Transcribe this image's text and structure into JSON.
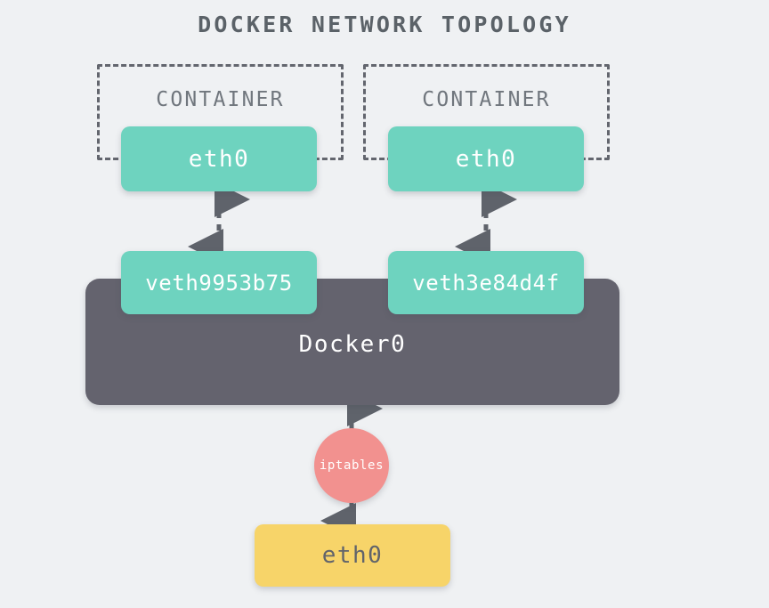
{
  "page": {
    "title": "DOCKER NETWORK TOPOLOGY",
    "background_color": "#eff1f3",
    "title_color": "#5b6268"
  },
  "colors": {
    "interface_teal": "#6ed3bf",
    "bridge_gray": "#64636e",
    "iptables_salmon": "#f2918f",
    "host_nic_yellow": "#f7d469",
    "dash_border": "#63666e",
    "arrow": "#5f636b"
  },
  "containers": [
    {
      "label": "CONTAINER",
      "interface": {
        "label": "eth0",
        "type": "interface"
      },
      "veth": {
        "label": "veth9953b75",
        "type": "veth-pair"
      }
    },
    {
      "label": "CONTAINER",
      "interface": {
        "label": "eth0",
        "type": "interface"
      },
      "veth": {
        "label": "veth3e84d4f",
        "type": "veth-pair"
      }
    }
  ],
  "bridge": {
    "label": "Docker0",
    "type": "bridge"
  },
  "firewall": {
    "label": "iptables",
    "type": "nat-firewall"
  },
  "host_interface": {
    "label": "eth0",
    "type": "host-nic"
  },
  "links": [
    {
      "from": "container-1-eth0",
      "to": "veth9953b75",
      "style": "dashed",
      "direction": "bidirectional"
    },
    {
      "from": "container-2-eth0",
      "to": "veth3e84d4f",
      "style": "dashed",
      "direction": "bidirectional"
    },
    {
      "from": "docker0",
      "to": "iptables",
      "style": "solid",
      "direction": "bidirectional"
    },
    {
      "from": "iptables",
      "to": "host-eth0",
      "style": "solid",
      "direction": "bidirectional"
    }
  ]
}
